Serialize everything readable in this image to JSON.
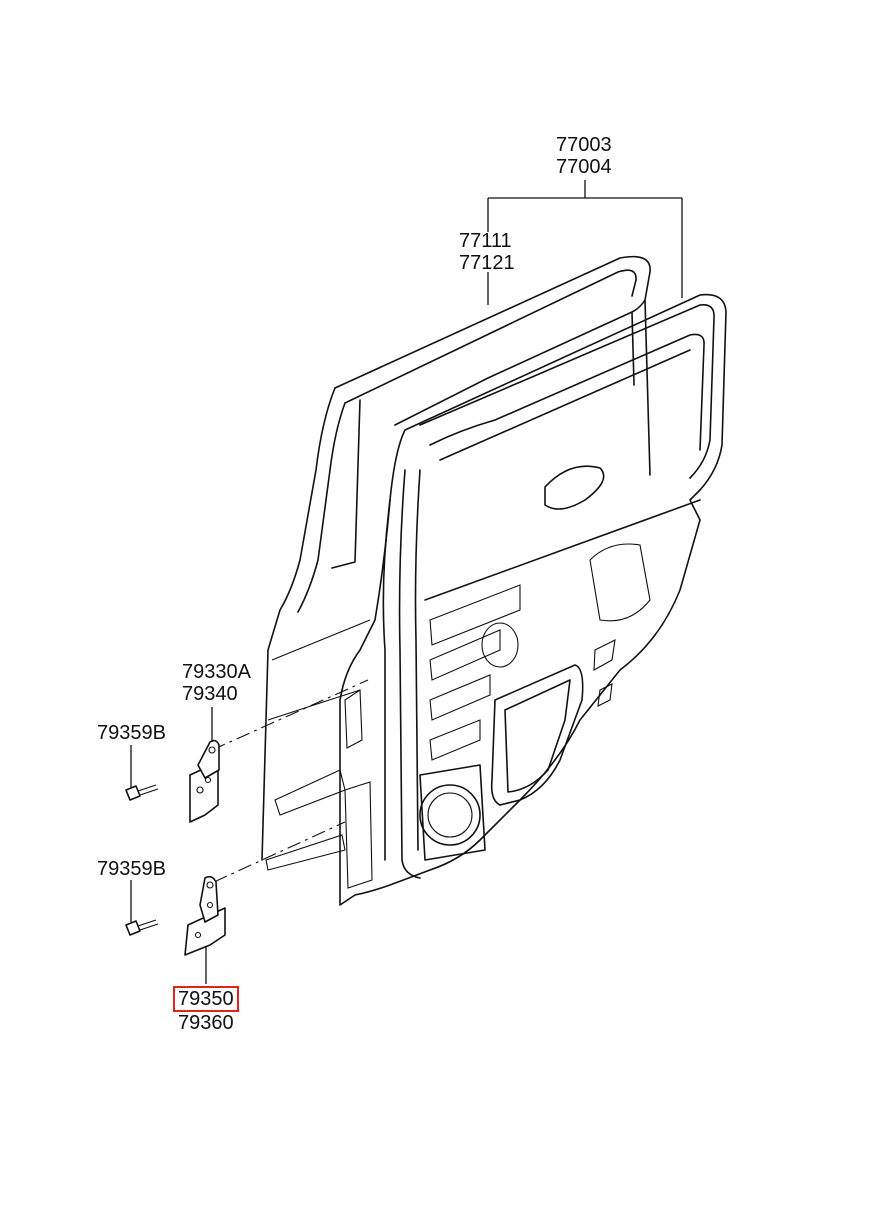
{
  "callouts": {
    "door_assembly": [
      "77003",
      "77004"
    ],
    "weatherstrip": [
      "77111",
      "77121"
    ],
    "upper_hinge": [
      "79330A",
      "79340"
    ],
    "upper_bolt": "79359B",
    "lower_bolt": "79359B",
    "lower_hinge": [
      "79350",
      "79360"
    ]
  },
  "highlight": {
    "part": "79350",
    "color": "#e1251b"
  }
}
